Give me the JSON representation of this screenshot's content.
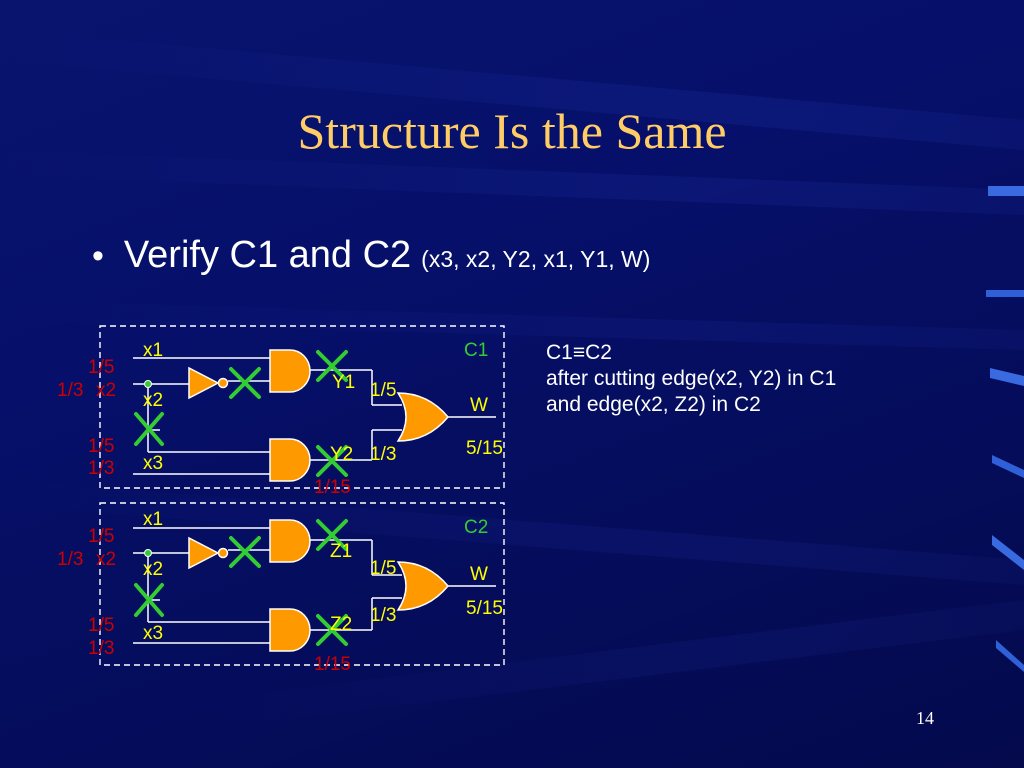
{
  "slide": {
    "title": "Structure Is the Same",
    "bullet": {
      "symbol": "•",
      "main": "Verify C1 and C2",
      "sub": "(x3, x2, Y2, x1, Y1, W)"
    },
    "note": {
      "line1": "C1≡C2",
      "line2": "after cutting edge(x2, Y2) in C1",
      "line3": "and edge(x2, Z2) in C2"
    },
    "page_number": "14"
  },
  "circuits": [
    {
      "name": "C1",
      "inputs": [
        "x1",
        "x2",
        "x3"
      ],
      "gates_top": "Y1",
      "gates_bottom": "Y2",
      "output": "W",
      "prob_x1": "1/5",
      "prob_x2": "1/3",
      "prob_x3_a": "1/5",
      "prob_x3_b": "1/3",
      "prob_top_gate": "1/5",
      "prob_bottom_gate": "1/3",
      "prob_output": "5/15",
      "prob_removed": "1/15"
    },
    {
      "name": "C2",
      "inputs": [
        "x1",
        "x2",
        "x3"
      ],
      "gates_top": "Z1",
      "gates_bottom": "Z2",
      "output": "W",
      "prob_x1": "1/5",
      "prob_x2": "1/3",
      "prob_x3_a": "1/5",
      "prob_x3_b": "1/3",
      "prob_top_gate": "1/5",
      "prob_bottom_gate": "1/3",
      "prob_output": "5/15",
      "prob_removed": "1/15"
    }
  ],
  "colors": {
    "background": "#06106a",
    "title": "#ffcc66",
    "text": "#ffffff",
    "label_yellow": "#ffff00",
    "label_green": "#33cc33",
    "label_red": "#cc0000",
    "gate_fill": "#ff9900",
    "cross": "#33cc33",
    "frame": "#ffffff"
  }
}
